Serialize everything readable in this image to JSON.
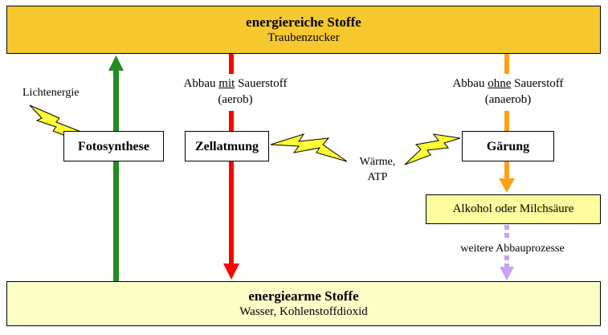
{
  "top": {
    "title": "energiereiche Stoffe",
    "subtitle": "Traubenzucker"
  },
  "bottom": {
    "title": "energiearme Stoffe",
    "subtitle": "Wasser, Kohlenstoffdioxid"
  },
  "processes": {
    "fotosynthese": "Fotosynthese",
    "zellatmung": "Zellatmung",
    "gaerung": "Gärung",
    "product": "Alkohol oder Milchsäure"
  },
  "labels": {
    "licht": "Lichtenergie",
    "aerob": {
      "pre": "Abbau ",
      "emph": "mit",
      "post": " Sauerstoff",
      "paren": "(aerob)"
    },
    "anaerob": {
      "pre": "Abbau ",
      "emph": "ohne",
      "post": " Sauerstoff",
      "paren": "(anaerob)"
    },
    "waerme_line1": "Wärme,",
    "waerme_line2": "ATP",
    "weitere": "weitere Abbauprozesse"
  },
  "colors": {
    "top_fill": "#f8c92f",
    "bottom_fill": "#fdfdc8",
    "green_arrow": "#228b22",
    "red_arrow": "#ff0000",
    "orange_arrow": "#f9a11b",
    "lavender_arrow": "#c9a0f5",
    "lightning": "#ffff33"
  },
  "icons": {
    "lightning": "lightning-bolt-icon"
  }
}
